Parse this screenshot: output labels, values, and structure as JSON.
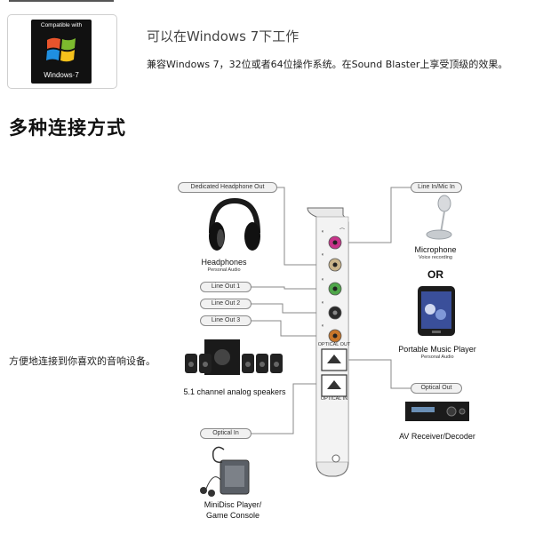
{
  "compat": {
    "badge_top": "Compatible with",
    "badge_bottom": "Windows·7",
    "headline": "可以在Windows 7下工作",
    "description": "兼容Windows 7，32位或者64位操作系统。在Sound Blaster上享受顶级的效果。"
  },
  "section": {
    "title": "多种连接方式",
    "note": "方便地连接到你喜欢的音响设备。"
  },
  "diagram": {
    "ports": {
      "headphone_out": "Dedicated Headphone Out",
      "line_in_mic": "Line In/Mic In",
      "line_out_1": "Line Out 1",
      "line_out_2": "Line Out 2",
      "line_out_3": "Line Out 3",
      "optical_out": "Optical Out",
      "optical_in": "Optical In",
      "card_optical_out": "OPTICAL OUT",
      "card_optical_in": "OPTICAL IN"
    },
    "devices": {
      "headphones": "Headphones",
      "headphones_sub": "Personal Audio",
      "microphone": "Microphone",
      "microphone_sub": "Voice recording",
      "or": "OR",
      "music_player": "Portable Music Player",
      "music_player_sub": "Personal Audio",
      "speakers": "5.1 channel analog speakers",
      "receiver": "AV Receiver/Decoder",
      "minidisc_line1": "MiniDisc Player/",
      "minidisc_line2": "Game Console"
    },
    "colors": {
      "mic_jack": "#c8348a",
      "headphone_jack": "#c9b48a",
      "line1_jack": "#4fa64a",
      "line2_jack": "#2a2a2a",
      "line3_jack": "#c8762a",
      "connector_line": "#8a8a8a"
    }
  }
}
